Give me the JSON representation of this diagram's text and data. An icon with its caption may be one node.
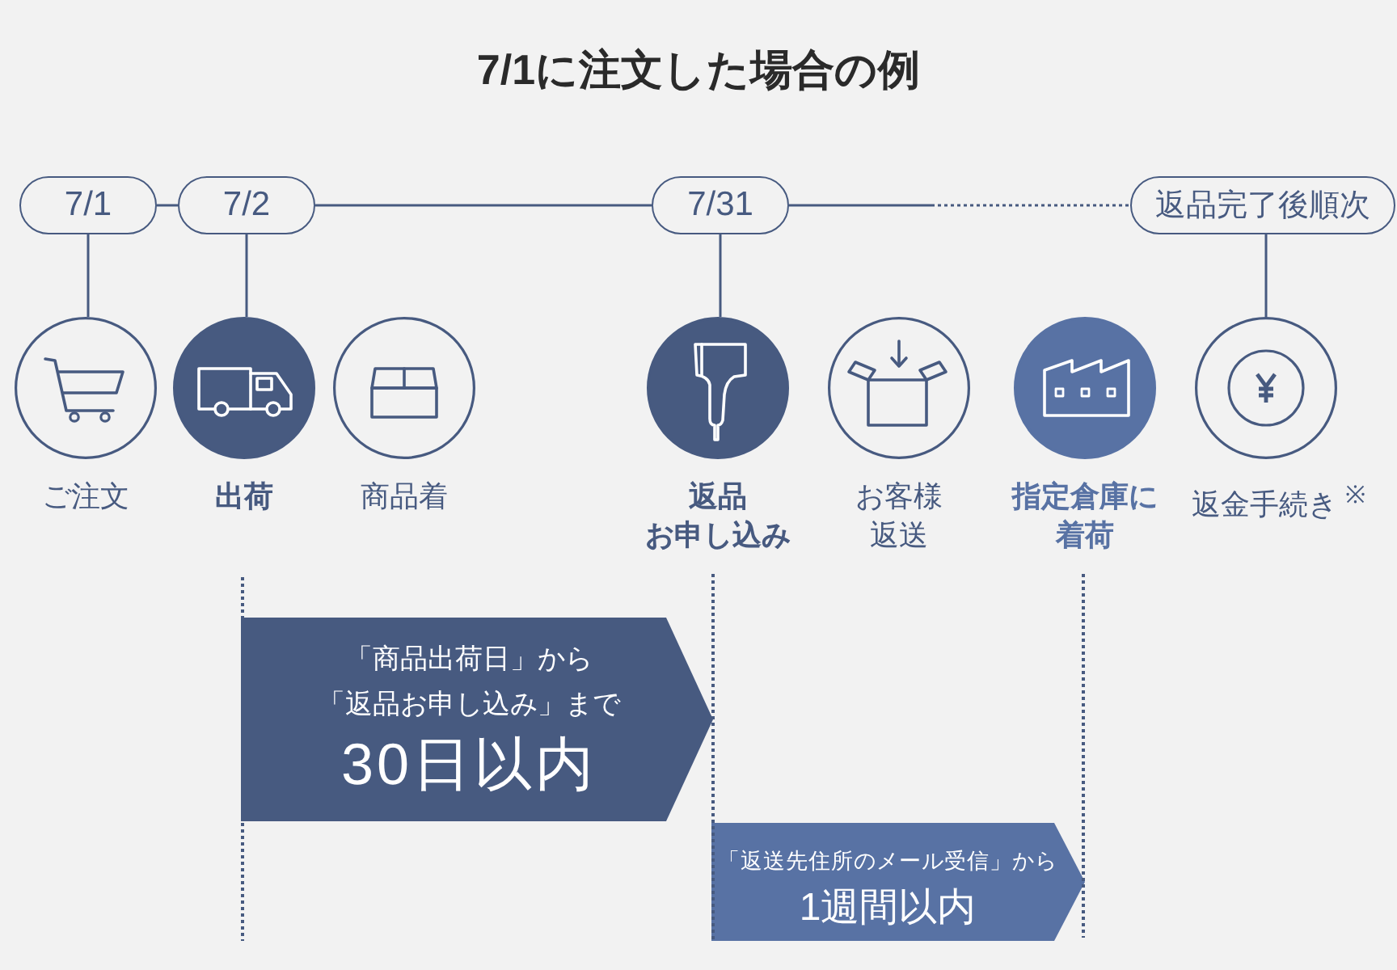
{
  "diagram": {
    "title": "7/1に注文した場合の例",
    "nodes": [
      {
        "text": [
          "7/1"
        ]
      },
      {
        "text": [
          "7/2"
        ]
      },
      {
        "text": [
          "7/31"
        ]
      },
      {
        "text": [
          "返品完了後順次"
        ]
      },
      {
        "text": [
          "ご注文"
        ]
      },
      {
        "text": [
          "出荷"
        ]
      },
      {
        "text": [
          "商品着"
        ]
      },
      {
        "text": [
          "返品お申し込み"
        ]
      },
      {
        "text": [
          "お客様返送"
        ]
      },
      {
        "text": [
          "指定倉庫に着荷"
        ]
      },
      {
        "text": [
          "返金手続き $^{※}$"
        ]
      },
      {
        "text": [
          "「商品出荷日」から「返品お申し込み」まで",
          "30日以内"
        ]
      },
      {
        "text": [
          "「返送先住所のメール受信」から",
          "1週間以内"
        ]
      }
    ],
    "edges": [
      {
        "from": 0,
        "to": 1,
        "arrow": "none"
      },
      {
        "from": 1,
        "to": 2,
        "arrow": "none"
      },
      {
        "from": 2,
        "to": 3,
        "arrow": "none",
        "style": "dashed"
      },
      {
        "from": 0,
        "to": 4,
        "arrow": "none"
      },
      {
        "from": 1,
        "to": 5,
        "arrow": "none"
      },
      {
        "from": 2,
        "to": 7,
        "arrow": "none"
      },
      {
        "from": 3,
        "to": 10,
        "arrow": "none"
      }
    ]
  }
}
